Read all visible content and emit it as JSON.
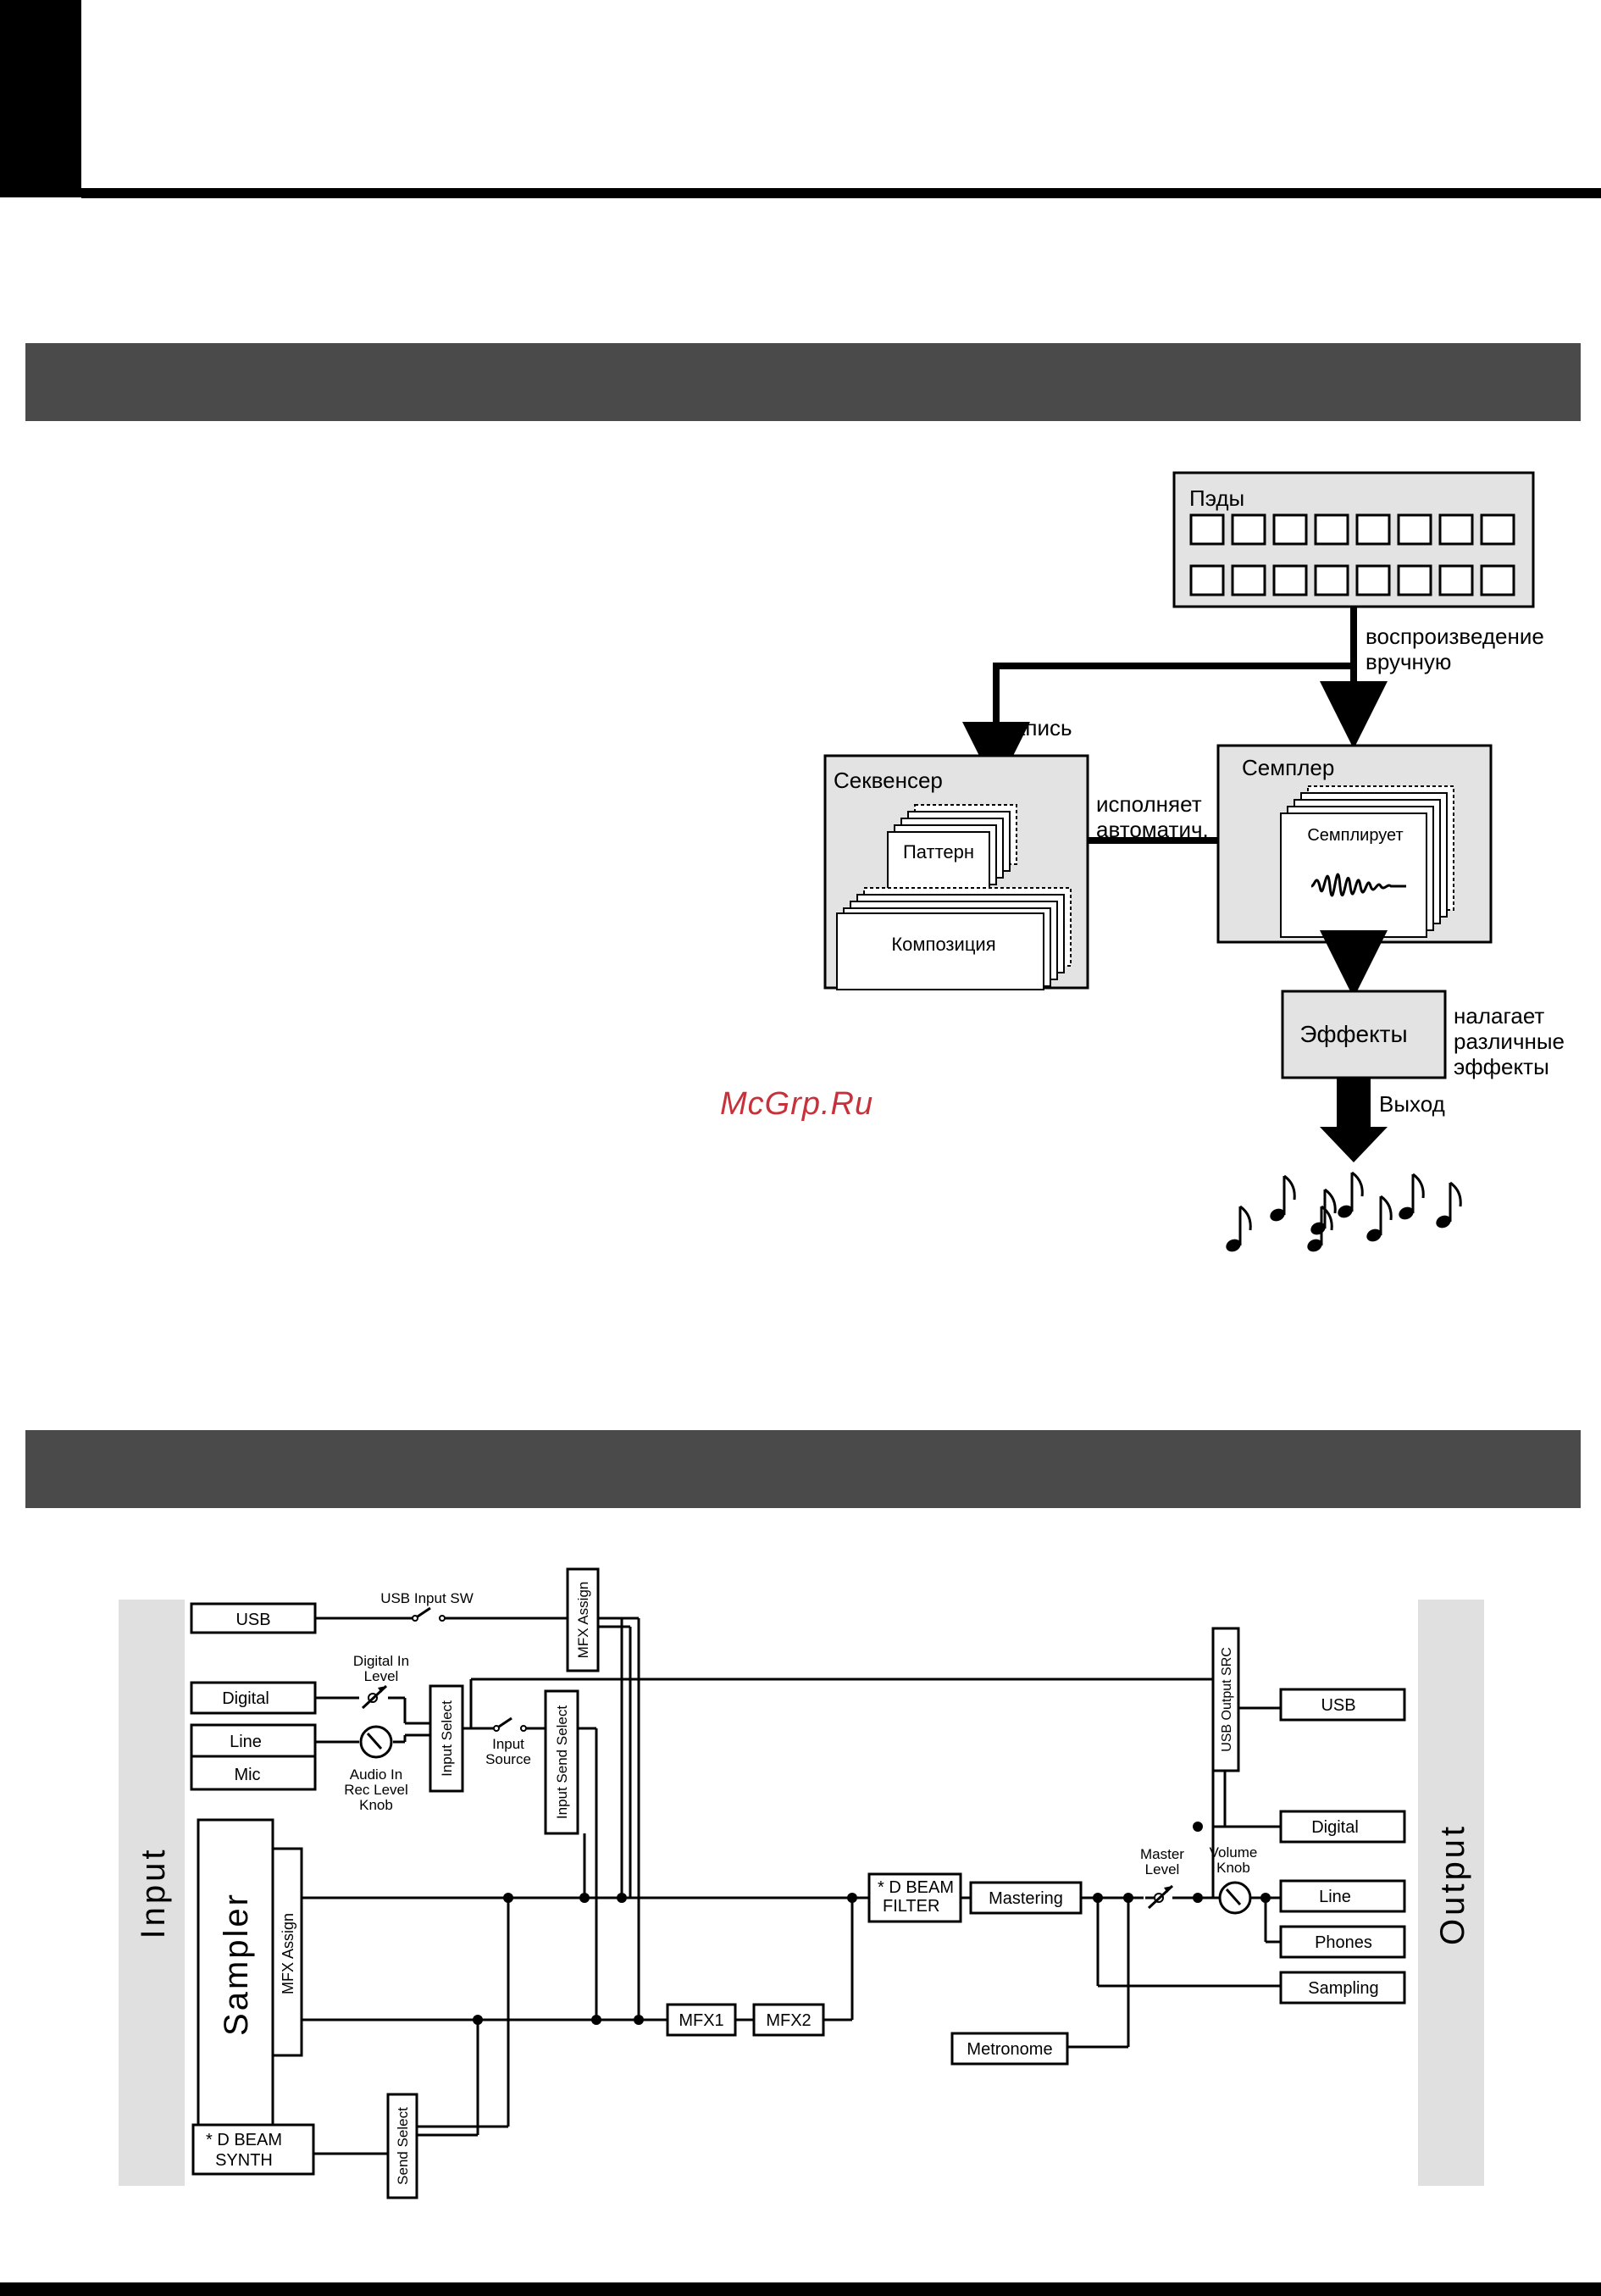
{
  "watermark": "McGrp.Ru",
  "concept_diagram": {
    "pads": {
      "label": "Пэды",
      "rows": 2,
      "cols": 8
    },
    "manual_play": [
      "воспроизведение",
      "вручную"
    ],
    "record": "запись",
    "sequencer": {
      "label": "Секвенсер",
      "pattern": "Паттерн",
      "song": "Композиция"
    },
    "auto_play": [
      "исполняет",
      "автоматич."
    ],
    "sampler": {
      "label": "Семплер",
      "sampling": "Семплирует"
    },
    "effects": {
      "label": "Эффекты",
      "note": [
        "налагает",
        "различные",
        "эффекты"
      ]
    },
    "output": "Выход"
  },
  "signal_flow": {
    "input_label": "Input",
    "output_label": "Output",
    "sampler": "Sampler",
    "mfx_assign": "MFX Assign",
    "mfx_assign_top": "MFX Assign",
    "inputs": {
      "usb": "USB",
      "digital": "Digital",
      "line": "Line",
      "mic": "Mic",
      "d_beam_synth": [
        "* D BEAM",
        "SYNTH"
      ]
    },
    "usb_input_sw": "USB Input SW",
    "digital_in_level": [
      "Digital In",
      "Level"
    ],
    "audio_in_knob": [
      "Audio In",
      "Rec Level",
      "Knob"
    ],
    "input_select": "Input Select",
    "input_source": [
      "Input",
      "Source"
    ],
    "input_send_select": "Input Send Select",
    "send_select": "Send Select",
    "mfx1": "MFX1",
    "mfx2": "MFX2",
    "d_beam_filter": [
      "* D BEAM",
      "FILTER"
    ],
    "mastering": "Mastering",
    "metronome": "Metronome",
    "master_level": [
      "Master",
      "Level"
    ],
    "volume_knob": [
      "Volume",
      "Knob"
    ],
    "usb_output_src": "USB Output SRC",
    "outputs": {
      "usb": "USB",
      "digital": "Digital",
      "line": "Line",
      "phones": "Phones",
      "sampling": "Sampling"
    }
  }
}
